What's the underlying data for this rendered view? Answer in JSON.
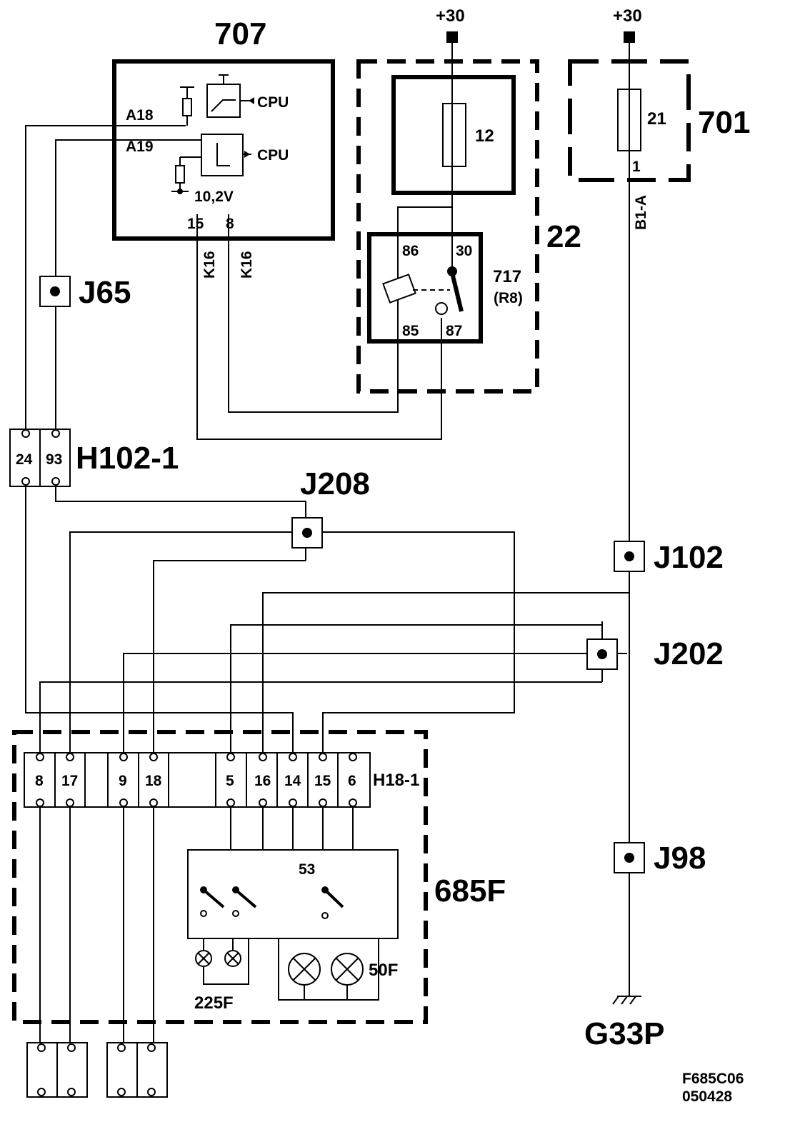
{
  "components": {
    "ecu": "707",
    "relay_box": "22",
    "relay": "717",
    "relay_note": "(R8)",
    "fuse_box": "701",
    "fuse_a": "12",
    "fuse_b": "21",
    "connector_top": "H102-1",
    "connector_bottom": "H18-1",
    "switch_unit": "685F",
    "ground": "G33P"
  },
  "supply": {
    "left": "+30",
    "right": "+30"
  },
  "splices": [
    "J65",
    "J208",
    "J102",
    "J202",
    "J98"
  ],
  "ecu_labels": {
    "a18": "A18",
    "a19": "A19",
    "cpu1": "CPU",
    "cpu2": "CPU",
    "voltage": "10,2V",
    "pin15": "15",
    "pin8": "8",
    "wire1": "K16",
    "wire2": "K16"
  },
  "relay_pins": {
    "p86": "86",
    "p30": "30",
    "p85": "85",
    "p87": "87"
  },
  "fuse_pin": "1",
  "wire_b1a": "B1-A",
  "h102_pins": [
    "24",
    "93"
  ],
  "h18_pins": [
    "8",
    "17",
    "9",
    "18",
    "5",
    "16",
    "14",
    "15",
    "6"
  ],
  "switch_pin": "53",
  "lamps": {
    "small": "225F",
    "large": "50F"
  },
  "doc_ref": {
    "line1": "F685C06",
    "line2": "050428"
  }
}
